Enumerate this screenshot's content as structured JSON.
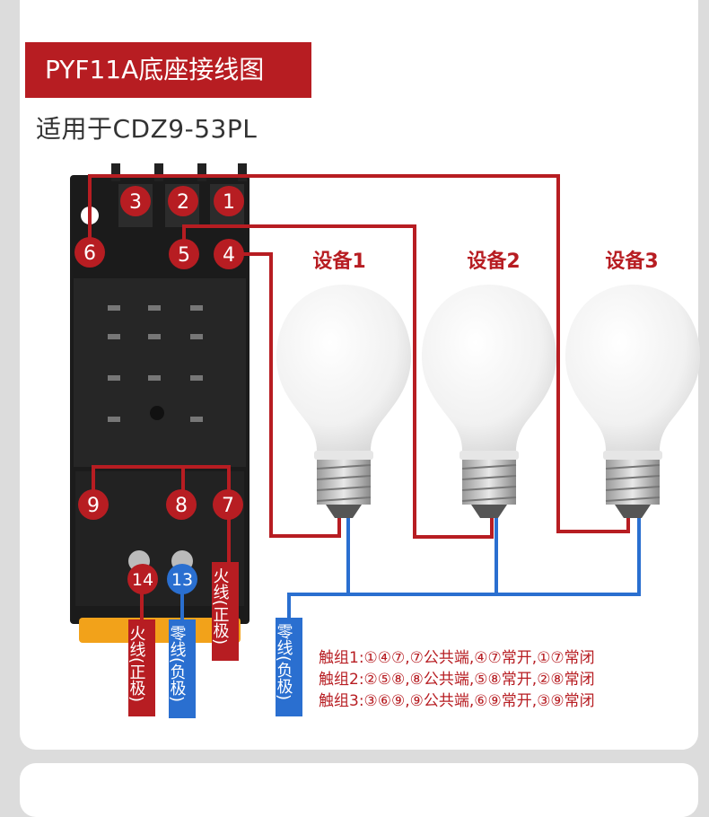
{
  "header": {
    "title": "PYF11A底座接线图",
    "subtitle": "适用于CDZ9-53PL"
  },
  "colors": {
    "accent_red": "#b71d22",
    "wire_red": "#b71d22",
    "wire_blue": "#2a6fd0",
    "terminal_red": "#b71d22",
    "terminal_blue": "#2a6fd0"
  },
  "terminals": {
    "t1": "1",
    "t2": "2",
    "t3": "3",
    "t4": "4",
    "t5": "5",
    "t6": "6",
    "t7": "7",
    "t8": "8",
    "t9": "9",
    "t13": "13",
    "t14": "14"
  },
  "devices": {
    "d1": "设备1",
    "d2": "设备2",
    "d3": "设备3"
  },
  "tags": {
    "t7_tag": "火线(正极)",
    "t14_tag": "火线(正极)",
    "t13_tag": "零线(负极)",
    "neutral_tag": "零线(负极)"
  },
  "contacts": {
    "line1": "触组1:①④⑦,⑦公共端,④⑦常开,①⑦常闭",
    "line2": "触组2:②⑤⑧,⑧公共端,⑤⑧常开,②⑧常闭",
    "line3": "触组3:③⑥⑨,⑨公共端,⑥⑨常开,③⑨常闭"
  },
  "icons": [
    "relay-base-image",
    "light-bulb-icon"
  ]
}
